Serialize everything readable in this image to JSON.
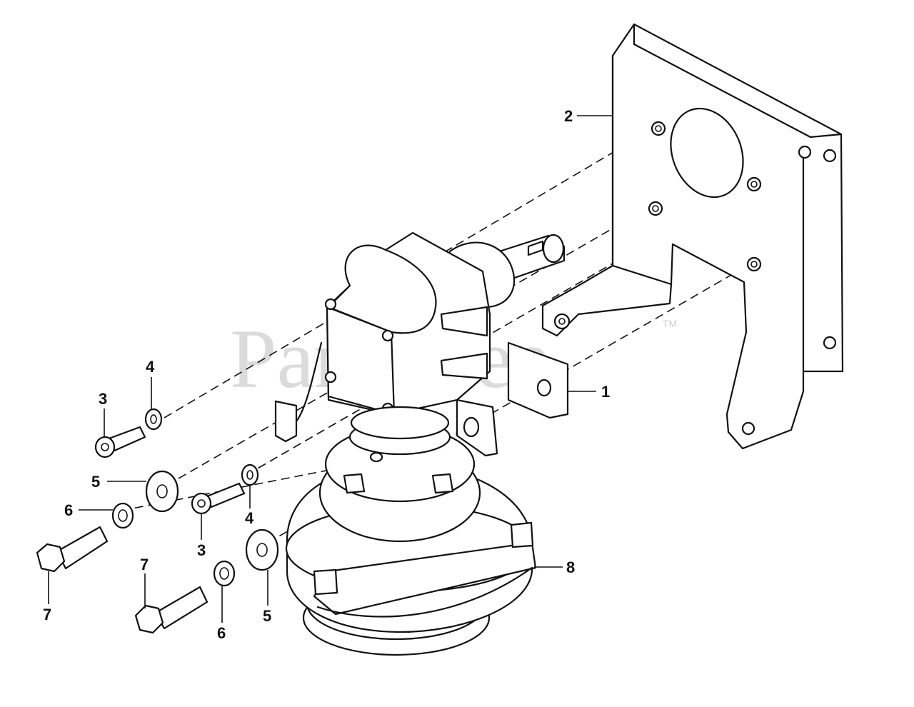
{
  "watermark": {
    "text": "PartsTree",
    "trademark": "TM"
  },
  "callouts": [
    {
      "id": "c1",
      "label": "1"
    },
    {
      "id": "c2",
      "label": "2"
    },
    {
      "id": "c3a",
      "label": "3"
    },
    {
      "id": "c3b",
      "label": "3"
    },
    {
      "id": "c4a",
      "label": "4"
    },
    {
      "id": "c4b",
      "label": "4"
    },
    {
      "id": "c5a",
      "label": "5"
    },
    {
      "id": "c5b",
      "label": "5"
    },
    {
      "id": "c6a",
      "label": "6"
    },
    {
      "id": "c6b",
      "label": "6"
    },
    {
      "id": "c7a",
      "label": "7"
    },
    {
      "id": "c7b",
      "label": "7"
    },
    {
      "id": "c8",
      "label": "8"
    }
  ]
}
